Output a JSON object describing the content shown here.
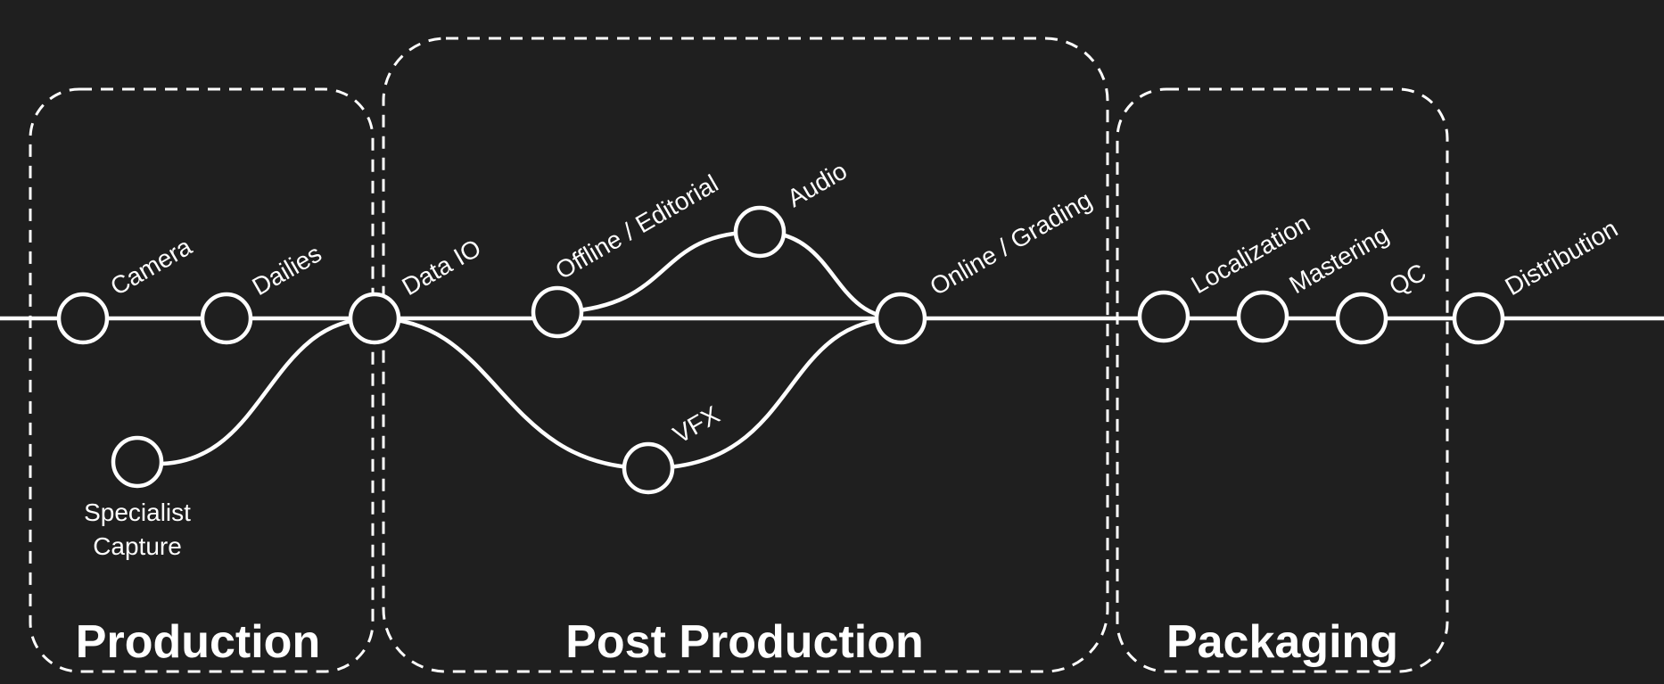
{
  "colors": {
    "background": "#1f1f1f",
    "foreground": "#ffffff"
  },
  "groups": {
    "production": "Production",
    "post_production": "Post Production",
    "packaging": "Packaging"
  },
  "nodes": {
    "camera": "Camera",
    "dailies": "Dailies",
    "specialist_capture_line1": "Specialist",
    "specialist_capture_line2": "Capture",
    "data_io": "Data IO",
    "offline_editorial": "Offline / Editorial",
    "audio": "Audio",
    "vfx": "VFX",
    "online_grading": "Online / Grading",
    "localization": "Localization",
    "mastering": "Mastering",
    "qc": "QC",
    "distribution": "Distribution"
  }
}
